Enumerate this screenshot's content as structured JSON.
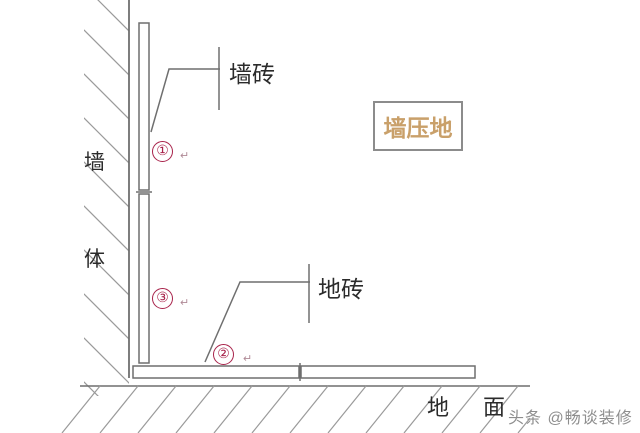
{
  "diagram": {
    "title_note": "墙压地",
    "callout": {
      "text": "墙压地",
      "text_color": "#c9a06a",
      "border_color": "#8c8c8c"
    },
    "labels": {
      "wall_body": "墙体",
      "wall_body_chars": [
        "墙",
        "体"
      ],
      "wall_tile": "墙砖",
      "floor_tile": "地砖",
      "ground_char_1": "地",
      "ground_char_2": "面"
    },
    "markers": [
      {
        "id": "marker-1",
        "text": "①",
        "meaning": "wall-tile-face"
      },
      {
        "id": "marker-2",
        "text": "②",
        "meaning": "floor-tile-edge"
      },
      {
        "id": "marker-3",
        "text": "③",
        "meaning": "wall-tile-lower"
      }
    ],
    "pilcrows": [
      "↵",
      "↵",
      "↵"
    ],
    "colors": {
      "marker": "#a8224a",
      "line": "#7a7a7a",
      "hatch": "#9a9a9a",
      "text": "#2b2b2b",
      "accent": "#c9a06a"
    },
    "watermark": "头条 @畅谈装修"
  }
}
